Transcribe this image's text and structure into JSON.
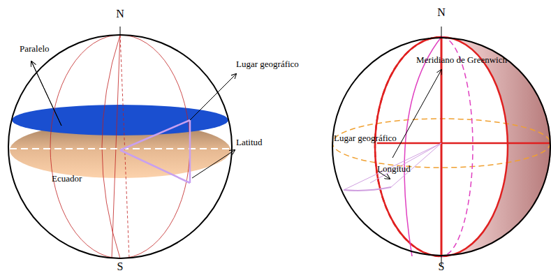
{
  "diagram": {
    "labels": [
      "N",
      "Paralelo",
      "Lugar geográfico",
      "Latitud",
      "Ecuador",
      "S",
      "N",
      "Meridiano de Greenwich",
      "Lugar geográfico",
      "Longitud",
      "S"
    ]
  }
}
